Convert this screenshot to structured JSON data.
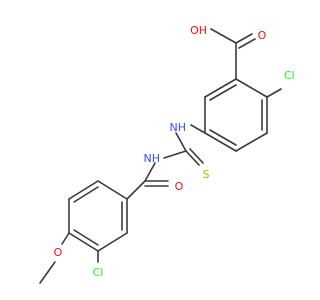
{
  "atoms": {
    "hydroxyl": "OH",
    "carboxyl_oxygen": "O",
    "chlorine_top": "Cl",
    "nh_upper": "NH",
    "nh_lower": "NH",
    "sulfur": "S",
    "carbonyl_oxygen": "O",
    "chlorine_bottom": "Cl",
    "methoxy_oxygen": "O"
  },
  "colors": {
    "bond": "#3a3a3a",
    "oxygen": "#ff0d0d",
    "nitrogen": "#3050f8",
    "chlorine": "#1ff01f",
    "sulfur": "#c8a800"
  }
}
